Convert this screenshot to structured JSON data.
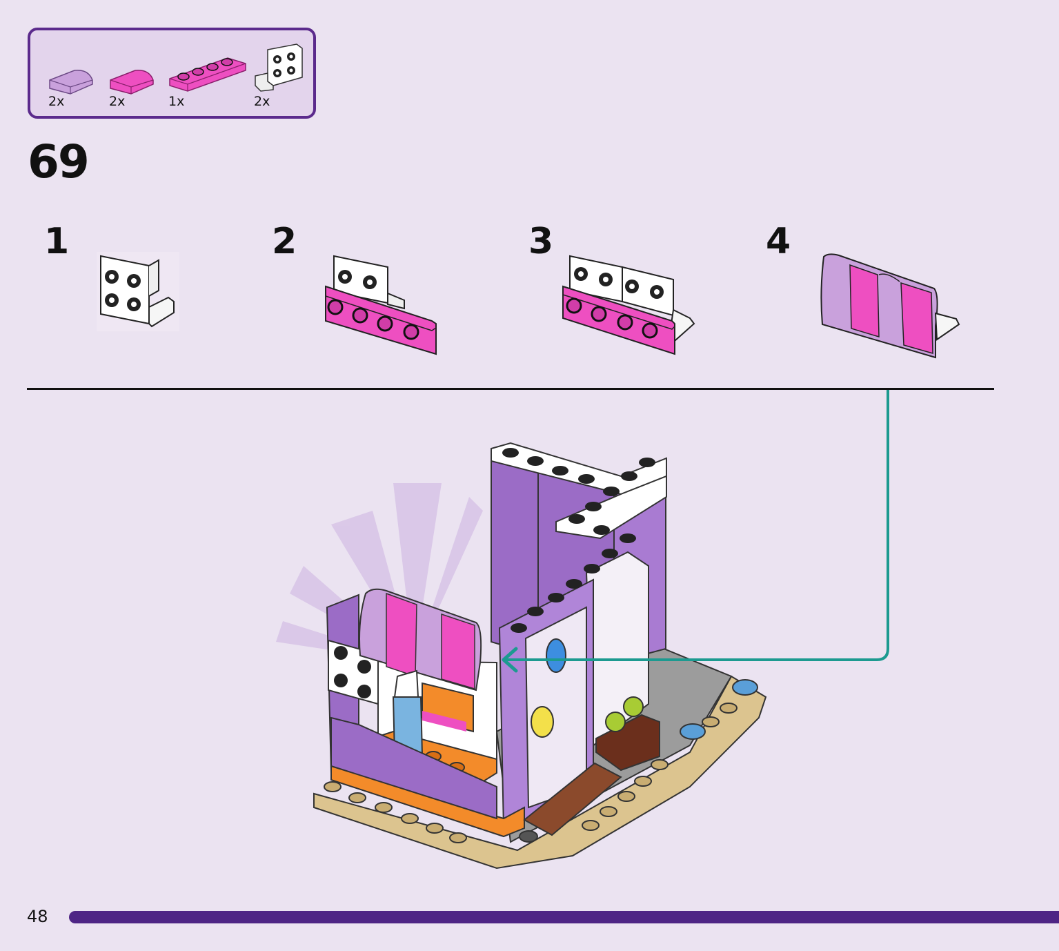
{
  "parts_list": {
    "items": [
      {
        "name": "lavender-curved-slope",
        "qty": "2x",
        "color": "#c9a1dc"
      },
      {
        "name": "magenta-curved-slope",
        "qty": "2x",
        "color": "#ee4fc1"
      },
      {
        "name": "magenta-plate-1x4",
        "qty": "1x",
        "color": "#ee4fc1"
      },
      {
        "name": "white-bracket-2x2",
        "qty": "2x",
        "color": "#ffffff"
      }
    ],
    "border_color": "#5b2a8c"
  },
  "step": {
    "number": "69",
    "substeps": [
      {
        "number": "1"
      },
      {
        "number": "2"
      },
      {
        "number": "3"
      },
      {
        "number": "4"
      }
    ]
  },
  "colors": {
    "callout_arrow": "#1c9a90",
    "lavender": "#c9a1dc",
    "magenta": "#ee4fc1",
    "purple_brick": "#9b6cc6",
    "orange": "#f38b2a",
    "tan": "#dcc48f"
  },
  "footer": {
    "page_number": "48",
    "bar_color": "#4e2585"
  }
}
